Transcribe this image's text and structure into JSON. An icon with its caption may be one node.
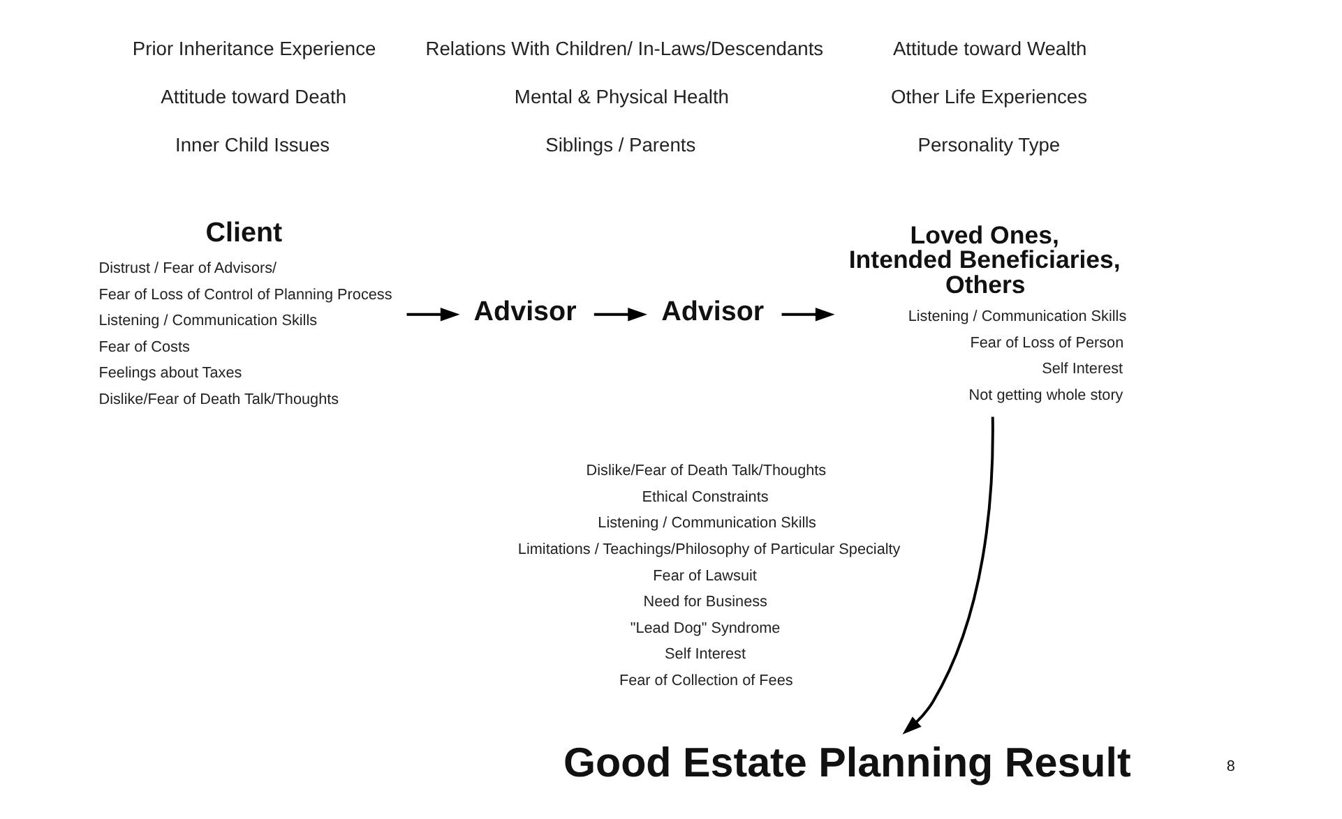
{
  "diagram": {
    "nodes": [
      {
        "text": [
          "Client"
        ],
        "beside": [
          "Distrust / Fear of Advisors/",
          "Fear of Loss of Control of Planning Process",
          "Listening / Communication Skills",
          "Fear of Costs",
          "Feelings about Taxes",
          "Dislike/Fear of Death Talk/Thoughts"
        ]
      },
      {
        "text": [
          "Advisor"
        ]
      },
      {
        "text": [
          "Advisor"
        ]
      },
      {
        "text": [
          "Loved Ones, Intended Beneficiaries, Others"
        ],
        "beside": [
          "Listening / Communication Skills",
          "Fear of Loss of Person",
          "Self Interest",
          "Not getting whole story"
        ]
      },
      {
        "text": [
          "Good Estate Planning Result"
        ]
      }
    ],
    "edges": [
      {
        "from": 0,
        "to": 1,
        "arrow": "to"
      },
      {
        "from": 1,
        "to": 2,
        "arrow": "to"
      },
      {
        "from": 2,
        "to": 3,
        "arrow": "to"
      },
      {
        "from": 3,
        "to": 4,
        "arrow": "to"
      }
    ],
    "labels": [
      "Prior Inheritance Experience",
      "Relations With Children/ In-Laws/Descendants",
      "Attitude toward Wealth",
      "Attitude toward Death",
      "Mental & Physical Health",
      "Other Life Experiences",
      "Inner Child Issues",
      "Siblings / Parents",
      "Personality Type",
      "Dislike/Fear of Death Talk/Thoughts",
      "Ethical Constraints",
      "Listening / Communication Skills",
      "Limitations / Teachings/Philosophy of Particular Specialty",
      "Fear of Lawsuit",
      "Need for Business",
      "\"Lead Dog\" Syndrome",
      "Self Interest",
      "Fear of Collection of Fees",
      "8"
    ]
  }
}
